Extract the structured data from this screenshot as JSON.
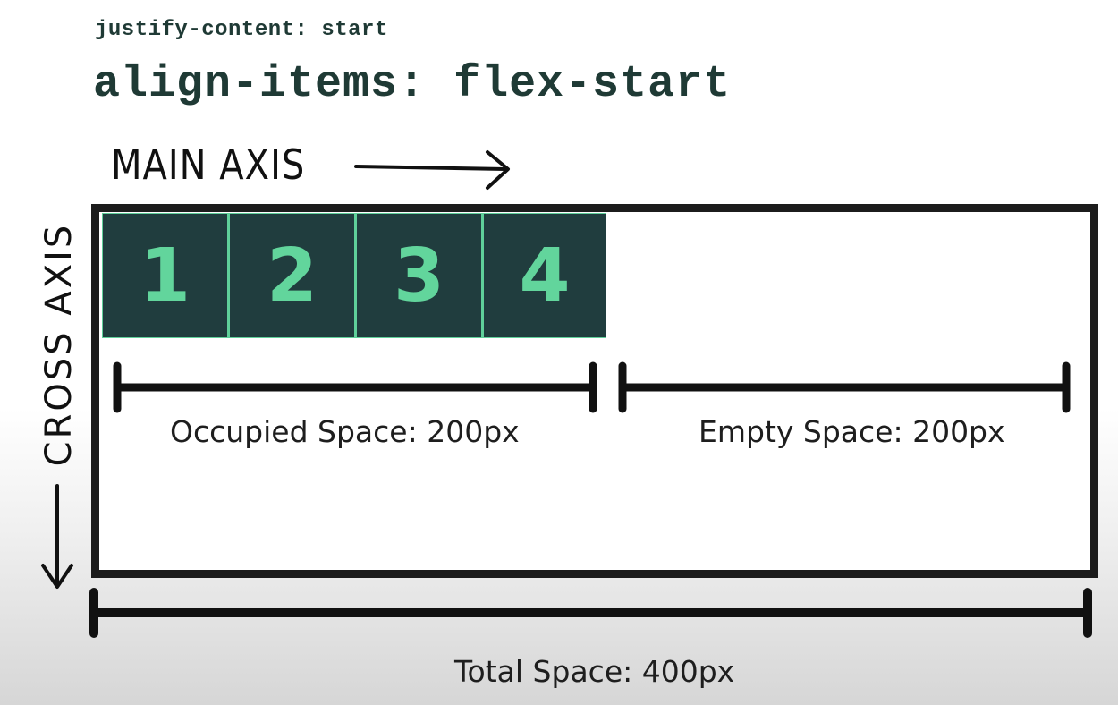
{
  "subtitle": "justify-content: start",
  "title": "align-items: flex-start",
  "axes": {
    "main": "MAIN AXIS",
    "cross": "CROSS AXIS"
  },
  "flex_items": [
    "1",
    "2",
    "3",
    "4"
  ],
  "measurements": {
    "occupied": "Occupied Space: 200px",
    "empty": "Empty Space: 200px",
    "total": "Total Space: 400px"
  },
  "colors": {
    "item_bg": "#203d3e",
    "item_text": "#62d59c",
    "border": "#1c1c1c"
  }
}
